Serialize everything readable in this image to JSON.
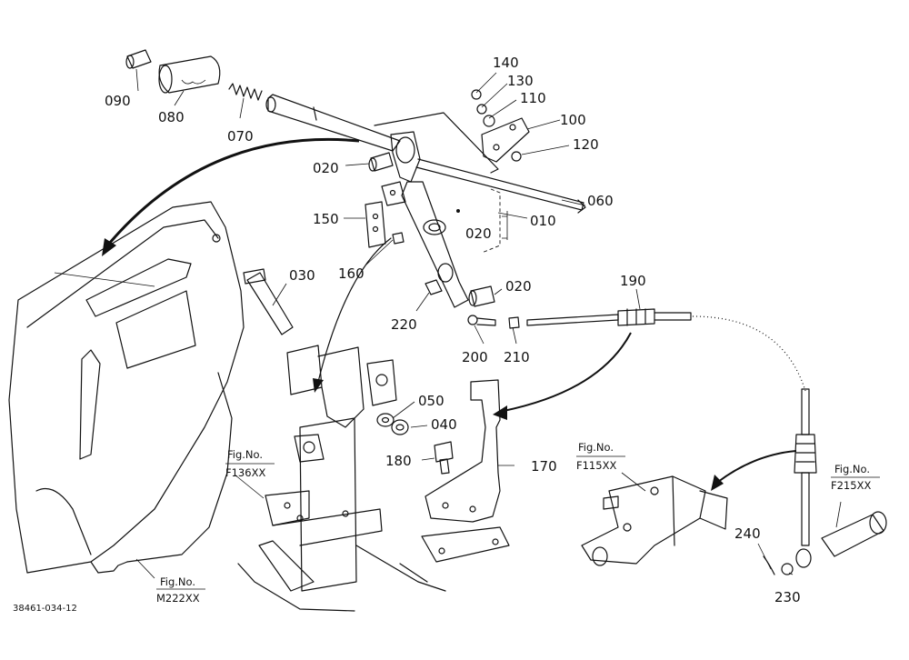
{
  "part_labels": {
    "p010": "010",
    "p020a": "020",
    "p020b": "020",
    "p020c": "020",
    "p030": "030",
    "p040": "040",
    "p050": "050",
    "p060": "060",
    "p070": "070",
    "p080": "080",
    "p090": "090",
    "p100": "100",
    "p110": "110",
    "p120": "120",
    "p130": "130",
    "p140": "140",
    "p150": "150",
    "p160": "160",
    "p170": "170",
    "p180": "180",
    "p190": "190",
    "p200": "200",
    "p210": "210",
    "p220": "220",
    "p230": "230",
    "p240": "240"
  },
  "figure_refs": {
    "f136": {
      "line1": "Fig.No.",
      "line2": "F136XX"
    },
    "f115": {
      "line1": "Fig.No.",
      "line2": "F115XX"
    },
    "f215": {
      "line1": "Fig.No.",
      "line2": "F215XX"
    },
    "m222": {
      "line1": "Fig.No.",
      "line2": "M222XX"
    }
  },
  "drawing_number": "38461-034-12"
}
